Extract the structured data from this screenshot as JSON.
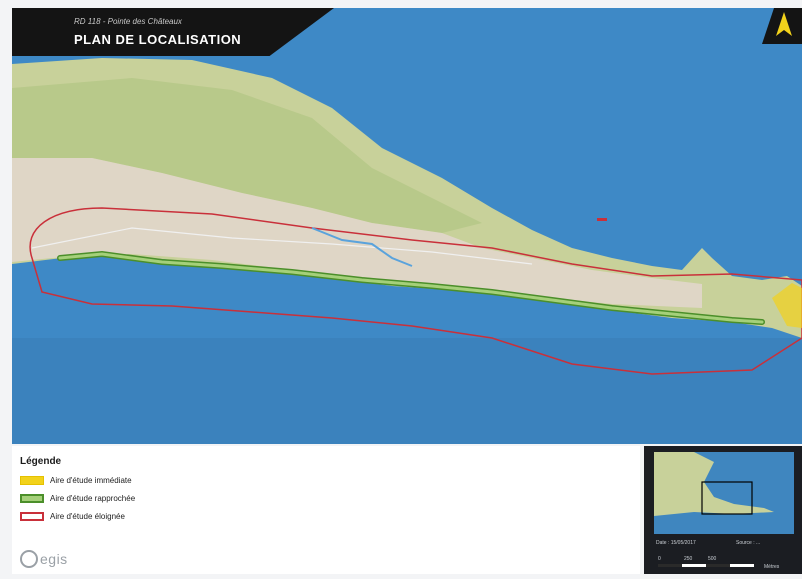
{
  "header": {
    "subtitle": "RD 118 - Pointe des Châteaux",
    "title": "PLAN DE LOCALISATION"
  },
  "legend": {
    "title": "Légende",
    "items": [
      {
        "label": "Aire d'étude immédiate",
        "color": "#f2d21b",
        "border": "#e5c100"
      },
      {
        "label": "Aire d'étude rapprochée",
        "color": "#a5d07a",
        "border": "#4b8f2a"
      },
      {
        "label": "Aire d'étude éloignée",
        "color": "#ffffff",
        "border": "#c9303a"
      }
    ]
  },
  "brand": {
    "name": "egis"
  },
  "inset": {
    "date_label": "Date : 15/05/2017",
    "source_label": "Source : ...",
    "scale_labels": [
      "0",
      "250",
      "500",
      "Mètres"
    ]
  },
  "icons": {
    "north_arrow": "north-arrow-icon",
    "brand_logo": "egis-logo-icon"
  },
  "colors": {
    "sea": "#3e89c6",
    "land": "#c8d19a",
    "urban": "#dfd6c6",
    "immediate_zone": "#f2d21b",
    "close_zone": "#4b8f2a",
    "far_zone": "#c9303a"
  }
}
